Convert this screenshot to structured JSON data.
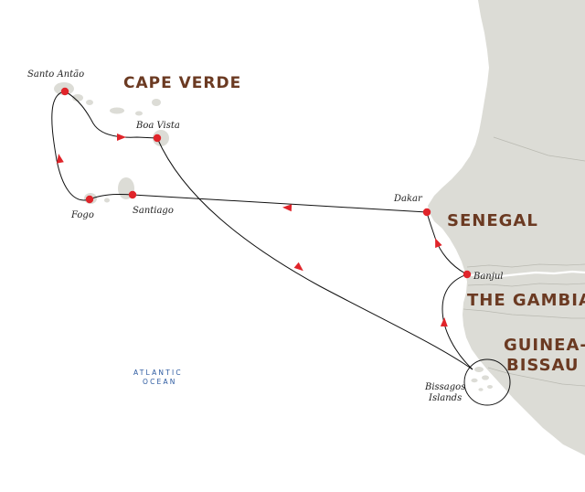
{
  "map": {
    "colors": {
      "land": "#dcdcd6",
      "sea": "#ffffff",
      "route": "#111111",
      "marker": "#e0242a",
      "country_label": "#6b3a22",
      "ocean_label": "#2c5aa0"
    },
    "countries": {
      "cape_verde": "CAPE VERDE",
      "senegal": "SENEGAL",
      "the_gambia": "THE GAMBIA",
      "guinea_bissau_line1": "GUINEA-",
      "guinea_bissau_line2": "BISSAU"
    },
    "ocean": {
      "line1": "ATLANTIC",
      "line2": "OCEAN"
    },
    "ports": {
      "santo_antao": "Santo Antão",
      "boa_vista": "Boa Vista",
      "fogo": "Fogo",
      "santiago": "Santiago",
      "dakar": "Dakar",
      "banjul": "Banjul",
      "bissagos_line1": "Bissagos",
      "bissagos_line2": "Islands"
    },
    "icons": {
      "port_marker": "red-dot-icon",
      "route_arrow": "red-triangle-arrow-icon",
      "island_highlight": "circle-outline-icon"
    }
  }
}
